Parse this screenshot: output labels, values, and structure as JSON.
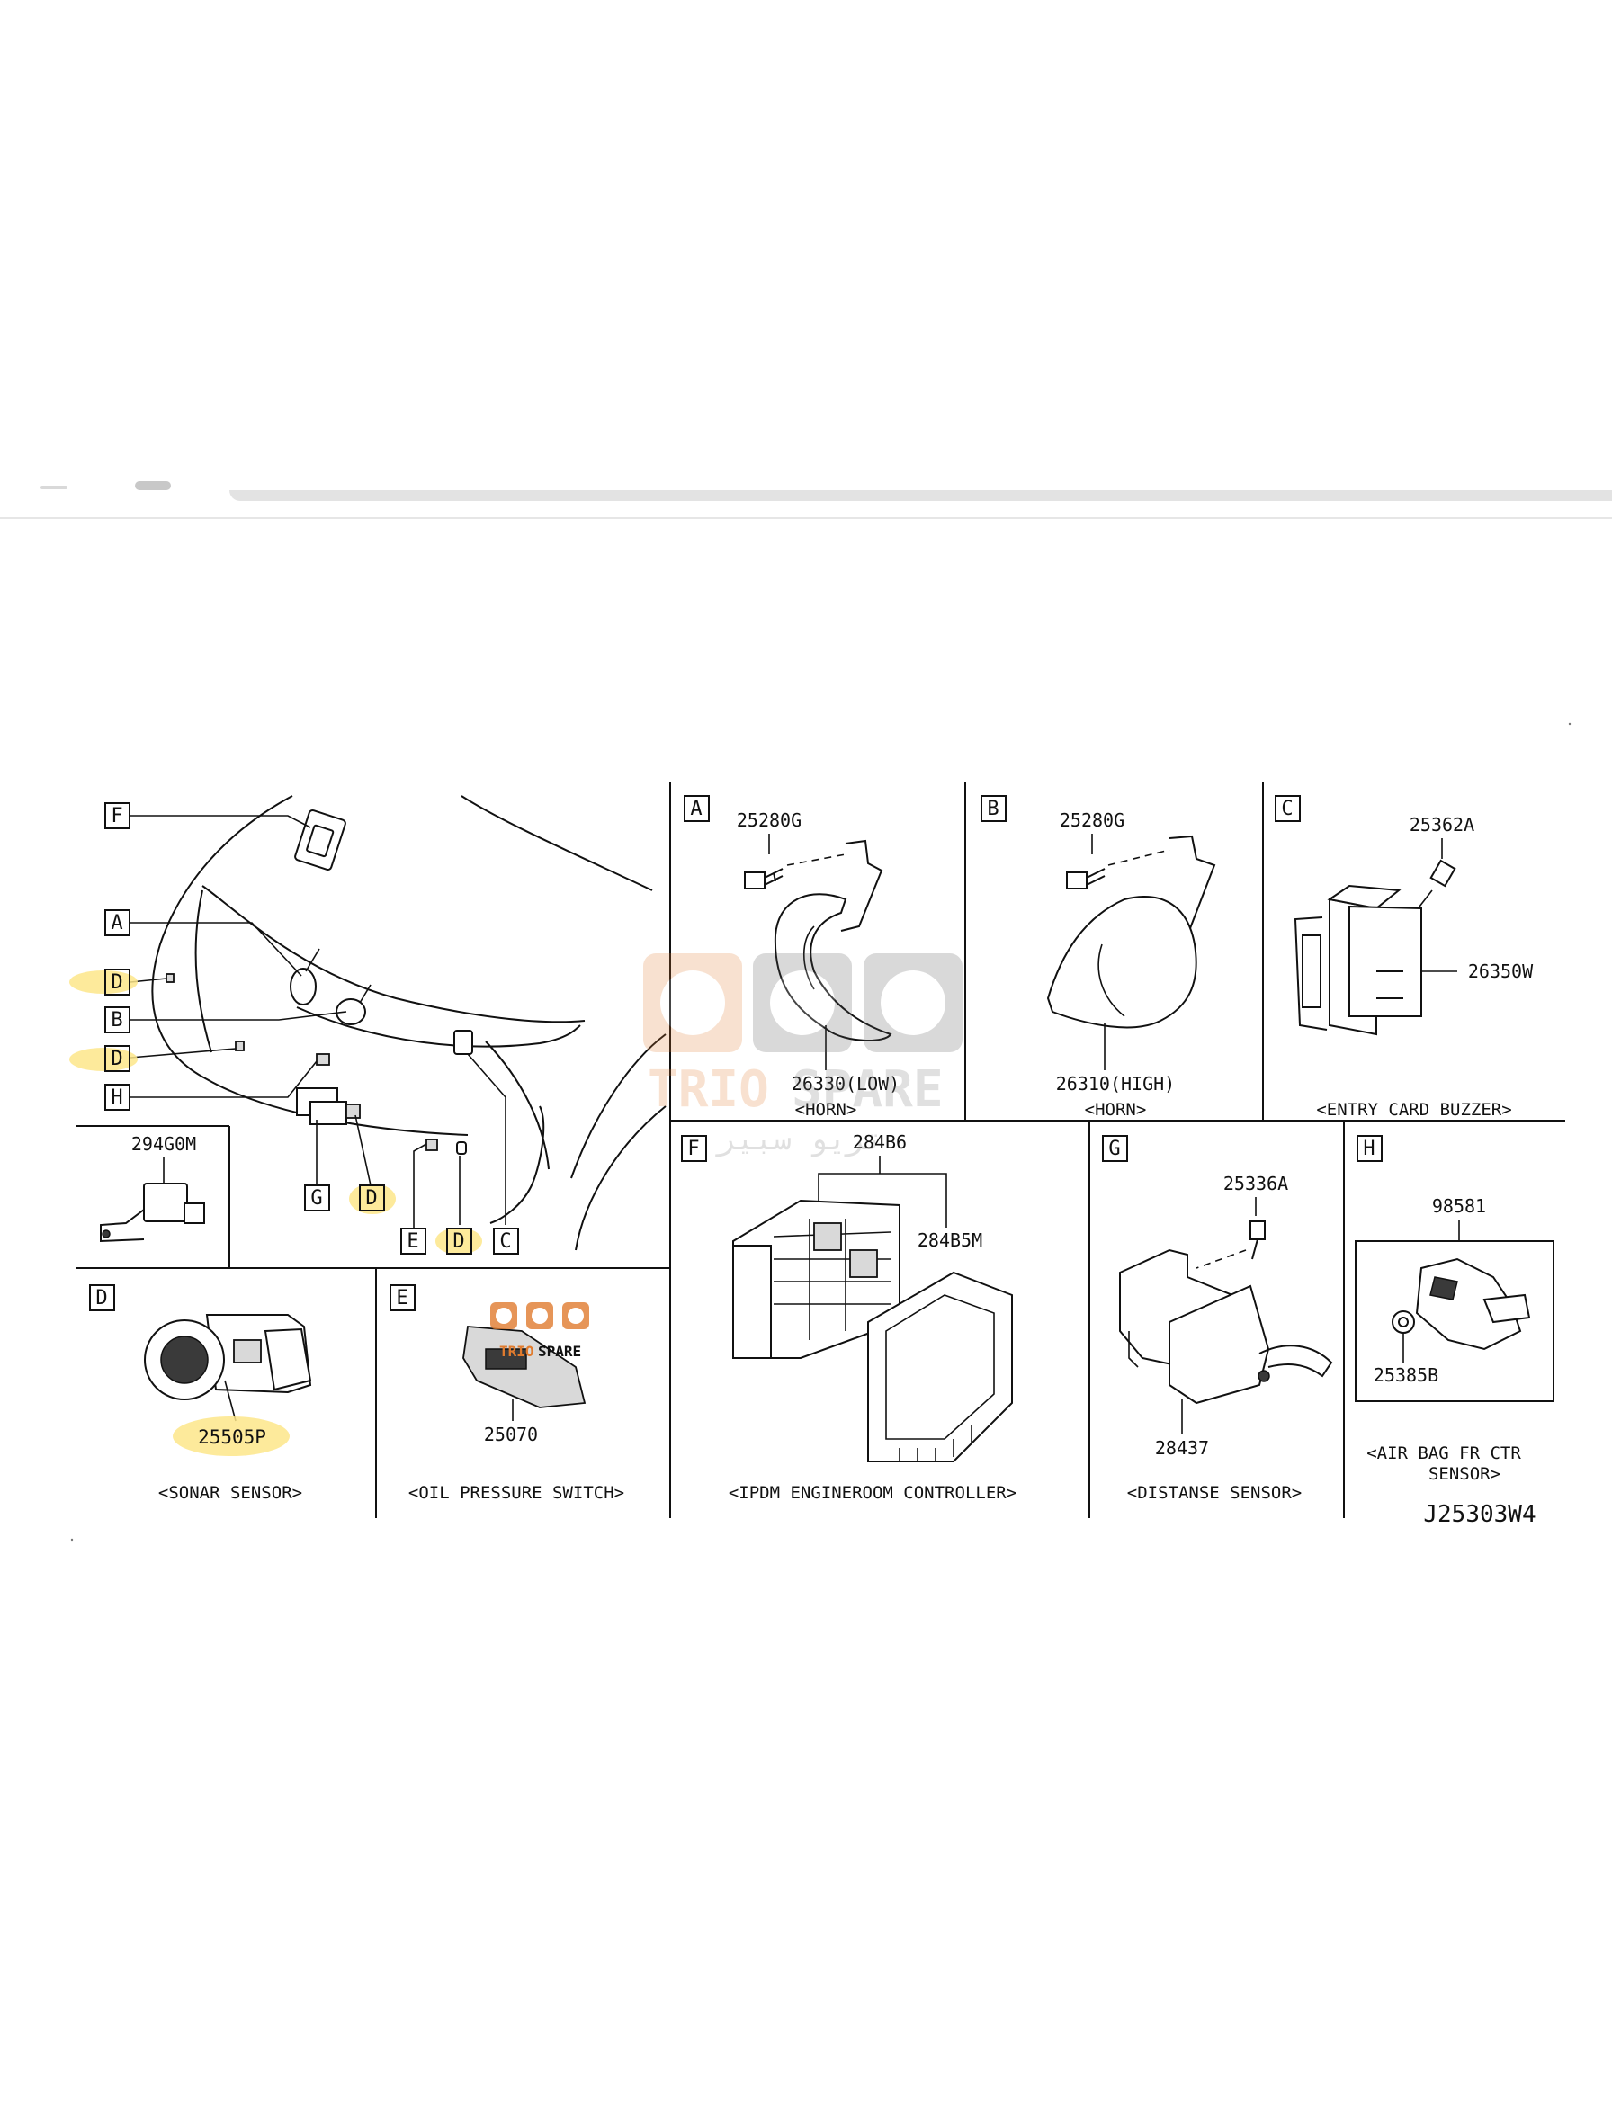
{
  "callouts": {
    "overview": [
      "F",
      "A",
      "D",
      "B",
      "D",
      "H",
      "G",
      "D",
      "E",
      "D",
      "C"
    ]
  },
  "panels": {
    "a": {
      "letter": "A",
      "bolt": "25280G",
      "part": "26330(LOW)",
      "caption": "<HORN>"
    },
    "b": {
      "letter": "B",
      "bolt": "25280G",
      "part": "26310(HIGH)",
      "caption": "<HORN>"
    },
    "c": {
      "letter": "C",
      "bolt": "25362A",
      "part": "26350W",
      "caption": "<ENTRY CARD BUZZER>"
    },
    "small": {
      "part": "294G0M"
    },
    "d": {
      "letter": "D",
      "part": "25505P",
      "caption": "<SONAR SENSOR>"
    },
    "e": {
      "letter": "E",
      "part": "25070",
      "caption": "<OIL PRESSURE SWITCH>"
    },
    "f": {
      "letter": "F",
      "part1": "284B6",
      "part2": "284B5M",
      "caption": "<IPDM ENGINEROOM CONTROLLER>"
    },
    "g": {
      "letter": "G",
      "bolt": "25336A",
      "part": "28437",
      "caption": "<DISTANSE SENSOR>"
    },
    "h": {
      "letter": "H",
      "part": "98581",
      "nut": "25385B",
      "caption1": "<AIR BAG FR CTR",
      "caption2": "SENSOR>"
    }
  },
  "diagram_code": "J25303W4",
  "watermark": {
    "brand1": "TRIO",
    "brand2": "SPARE",
    "arabic": "تريو سبير"
  },
  "colors": {
    "highlight": "#fde68a",
    "line": "#111111",
    "watermark": "#e8a06a"
  }
}
